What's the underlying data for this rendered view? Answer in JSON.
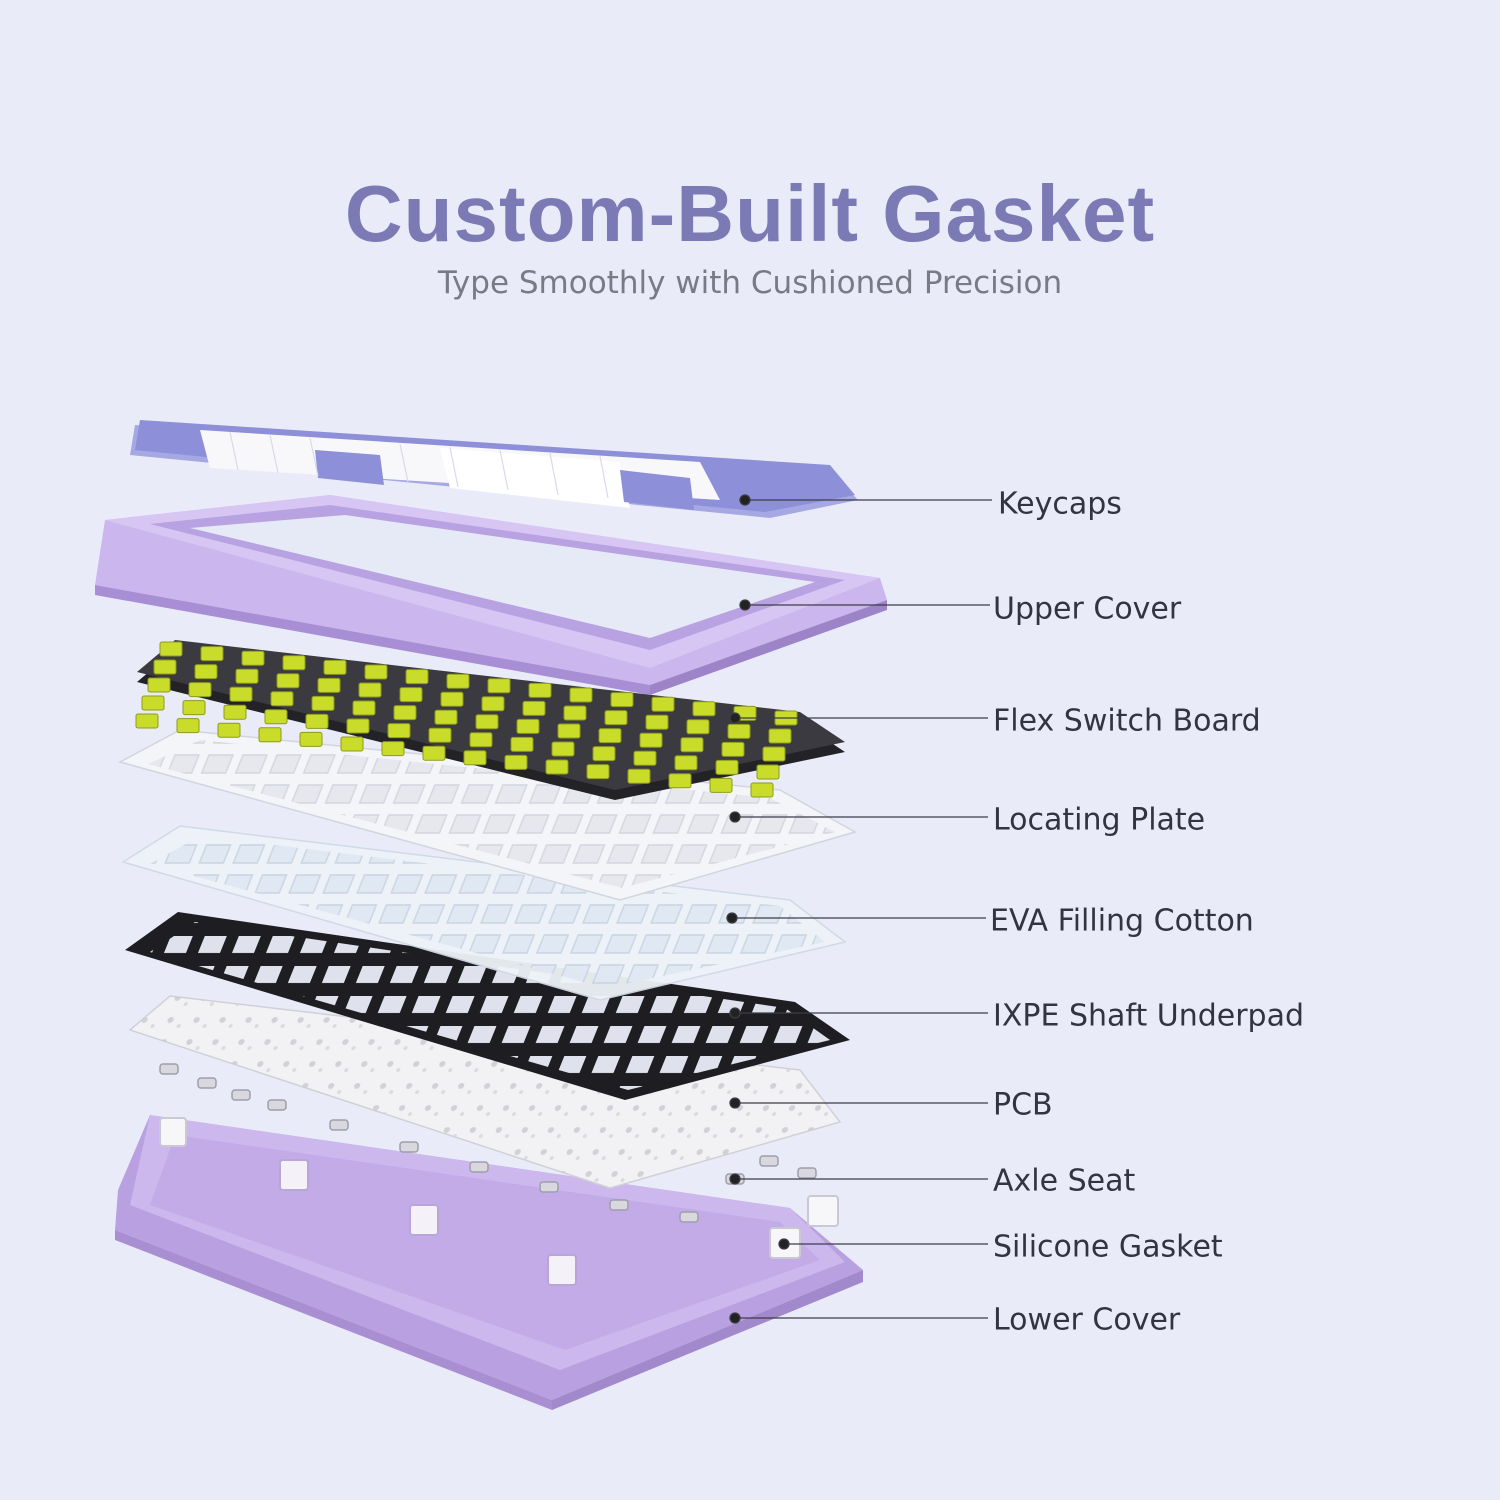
{
  "title": "Custom-Built Gasket",
  "subtitle": "Type Smoothly with Cushioned Precision",
  "layers": [
    {
      "id": "keycaps",
      "label": "Keycaps"
    },
    {
      "id": "upper-cover",
      "label": "Upper Cover"
    },
    {
      "id": "flex-switch-board",
      "label": "Flex Switch Board"
    },
    {
      "id": "locating-plate",
      "label": "Locating Plate"
    },
    {
      "id": "eva-filling-cotton",
      "label": "EVA Filling Cotton"
    },
    {
      "id": "ixpe-shaft-underpad",
      "label": "IXPE Shaft Underpad"
    },
    {
      "id": "pcb",
      "label": "PCB"
    },
    {
      "id": "axle-seat",
      "label": "Axle Seat"
    },
    {
      "id": "silicone-gasket",
      "label": "Silicone Gasket"
    },
    {
      "id": "lower-cover",
      "label": "Lower Cover"
    }
  ],
  "colors": {
    "background": "#e9ecf8",
    "title": "#7c7ab5",
    "subtitle": "#7a7a86",
    "label": "#333342",
    "case_purple": "#c7b3ea",
    "keycap_purple": "#8d8fd8",
    "keycap_white": "#f8f8fb",
    "switch_yellow": "#c9dc2a",
    "plate_black": "#1e1e22",
    "pcb_white": "#f1f1f3"
  }
}
